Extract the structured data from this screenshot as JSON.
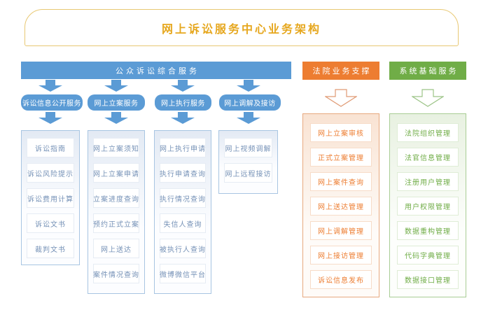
{
  "title": "网上诉讼服务中心业务架构",
  "colors": {
    "blue": "#5b9bd5",
    "orange": "#ed7d31",
    "green": "#70ad47",
    "gold_text": "#e6a71e",
    "gold_border": "#e8c873"
  },
  "public_service": {
    "header": "公众诉讼综合服务",
    "groups": [
      {
        "label": "诉讼信息公开服务",
        "items": [
          "诉讼指南",
          "诉讼风险提示",
          "诉讼费用计算",
          "诉讼文书",
          "裁判文书"
        ]
      },
      {
        "label": "网上立案服务",
        "items": [
          "网上立案须知",
          "网上立案申请",
          "立案进度查询",
          "预约正式立案",
          "网上送达",
          "案件情况查询"
        ]
      },
      {
        "label": "网上执行服务",
        "items": [
          "网上执行申请",
          "执行申请查询",
          "执行情况查询",
          "失信人查询",
          "被执行人查询",
          "微博微信平台"
        ]
      },
      {
        "label": "网上调解及接访",
        "items": [
          "网上视频调解",
          "网上远程接访"
        ]
      }
    ]
  },
  "court_support": {
    "header": "法院业务支撑",
    "items": [
      "网上立案审核",
      "正式立案管理",
      "网上案件查询",
      "网上送达管理",
      "网上调解管理",
      "网上接访管理",
      "诉讼信息发布"
    ]
  },
  "system_base": {
    "header": "系统基础服务",
    "items": [
      "法院组织管理",
      "法官信息管理",
      "注册用户管理",
      "用户权限管理",
      "数据重构管理",
      "代码字典管理",
      "数据接口管理"
    ]
  }
}
